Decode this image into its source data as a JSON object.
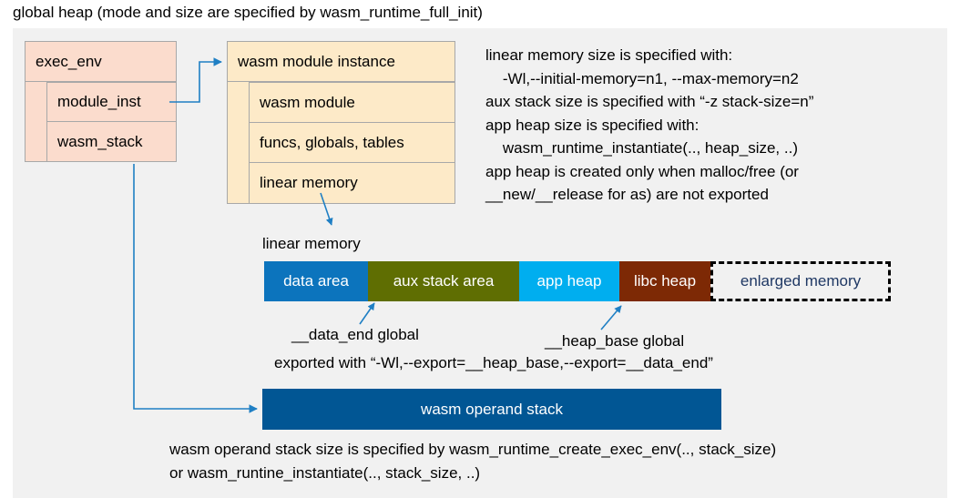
{
  "title": "global heap (mode and size are specified by wasm_runtime_full_init)",
  "exec_env": {
    "title": "exec_env",
    "rows": [
      {
        "label": "module_inst"
      },
      {
        "label": "wasm_stack"
      }
    ]
  },
  "wasm_module_instance": {
    "title": "wasm module instance",
    "rows": [
      {
        "label": "wasm module"
      },
      {
        "label": "funcs, globals, tables"
      },
      {
        "label": "linear memory"
      }
    ]
  },
  "description": "linear memory size is specified with:\n    -Wl,--initial-memory=n1, --max-memory=n2\naux stack size is specified with “-z stack-size=n”\napp heap size is specified with:\n    wasm_runtime_instantiate(.., heap_size, ..)\napp heap is created only when malloc/free (or\n__new/__release for as) are not exported",
  "linear_memory": {
    "caption": "linear memory",
    "segments": [
      {
        "label": "data area",
        "color": "#0c74bd",
        "text_color": "#ffffff"
      },
      {
        "label": "aux stack area",
        "color": "#5f6e02",
        "text_color": "#ffffff"
      },
      {
        "label": "app heap",
        "color": "#00aeef",
        "text_color": "#ffffff"
      },
      {
        "label": "libc heap",
        "color": "#7d2905",
        "text_color": "#ffffff"
      },
      {
        "label": "enlarged memory",
        "color": "#f1f1f1",
        "text_color": "#1f3864"
      }
    ]
  },
  "annotations": {
    "data_end": "__data_end global",
    "heap_base": "__heap_base global",
    "exported": "exported with “-Wl,--export=__heap_base,--export=__data_end”"
  },
  "operand_stack": {
    "label": "wasm operand stack",
    "color": "#015694"
  },
  "bottom_note": "wasm operand stack size is specified by wasm_runtime_create_exec_env(.., stack_size)\nor wasm_runtine_instantiate(.., stack_size, ..)",
  "colors": {
    "panel_background": "#f1f1f1",
    "page_background": "#ffffff",
    "exec_env_fill": "#fbdccd",
    "module_instance_fill": "#fdeac8",
    "connector": "#1f7fc4",
    "box_border": "#a8a8a8"
  }
}
